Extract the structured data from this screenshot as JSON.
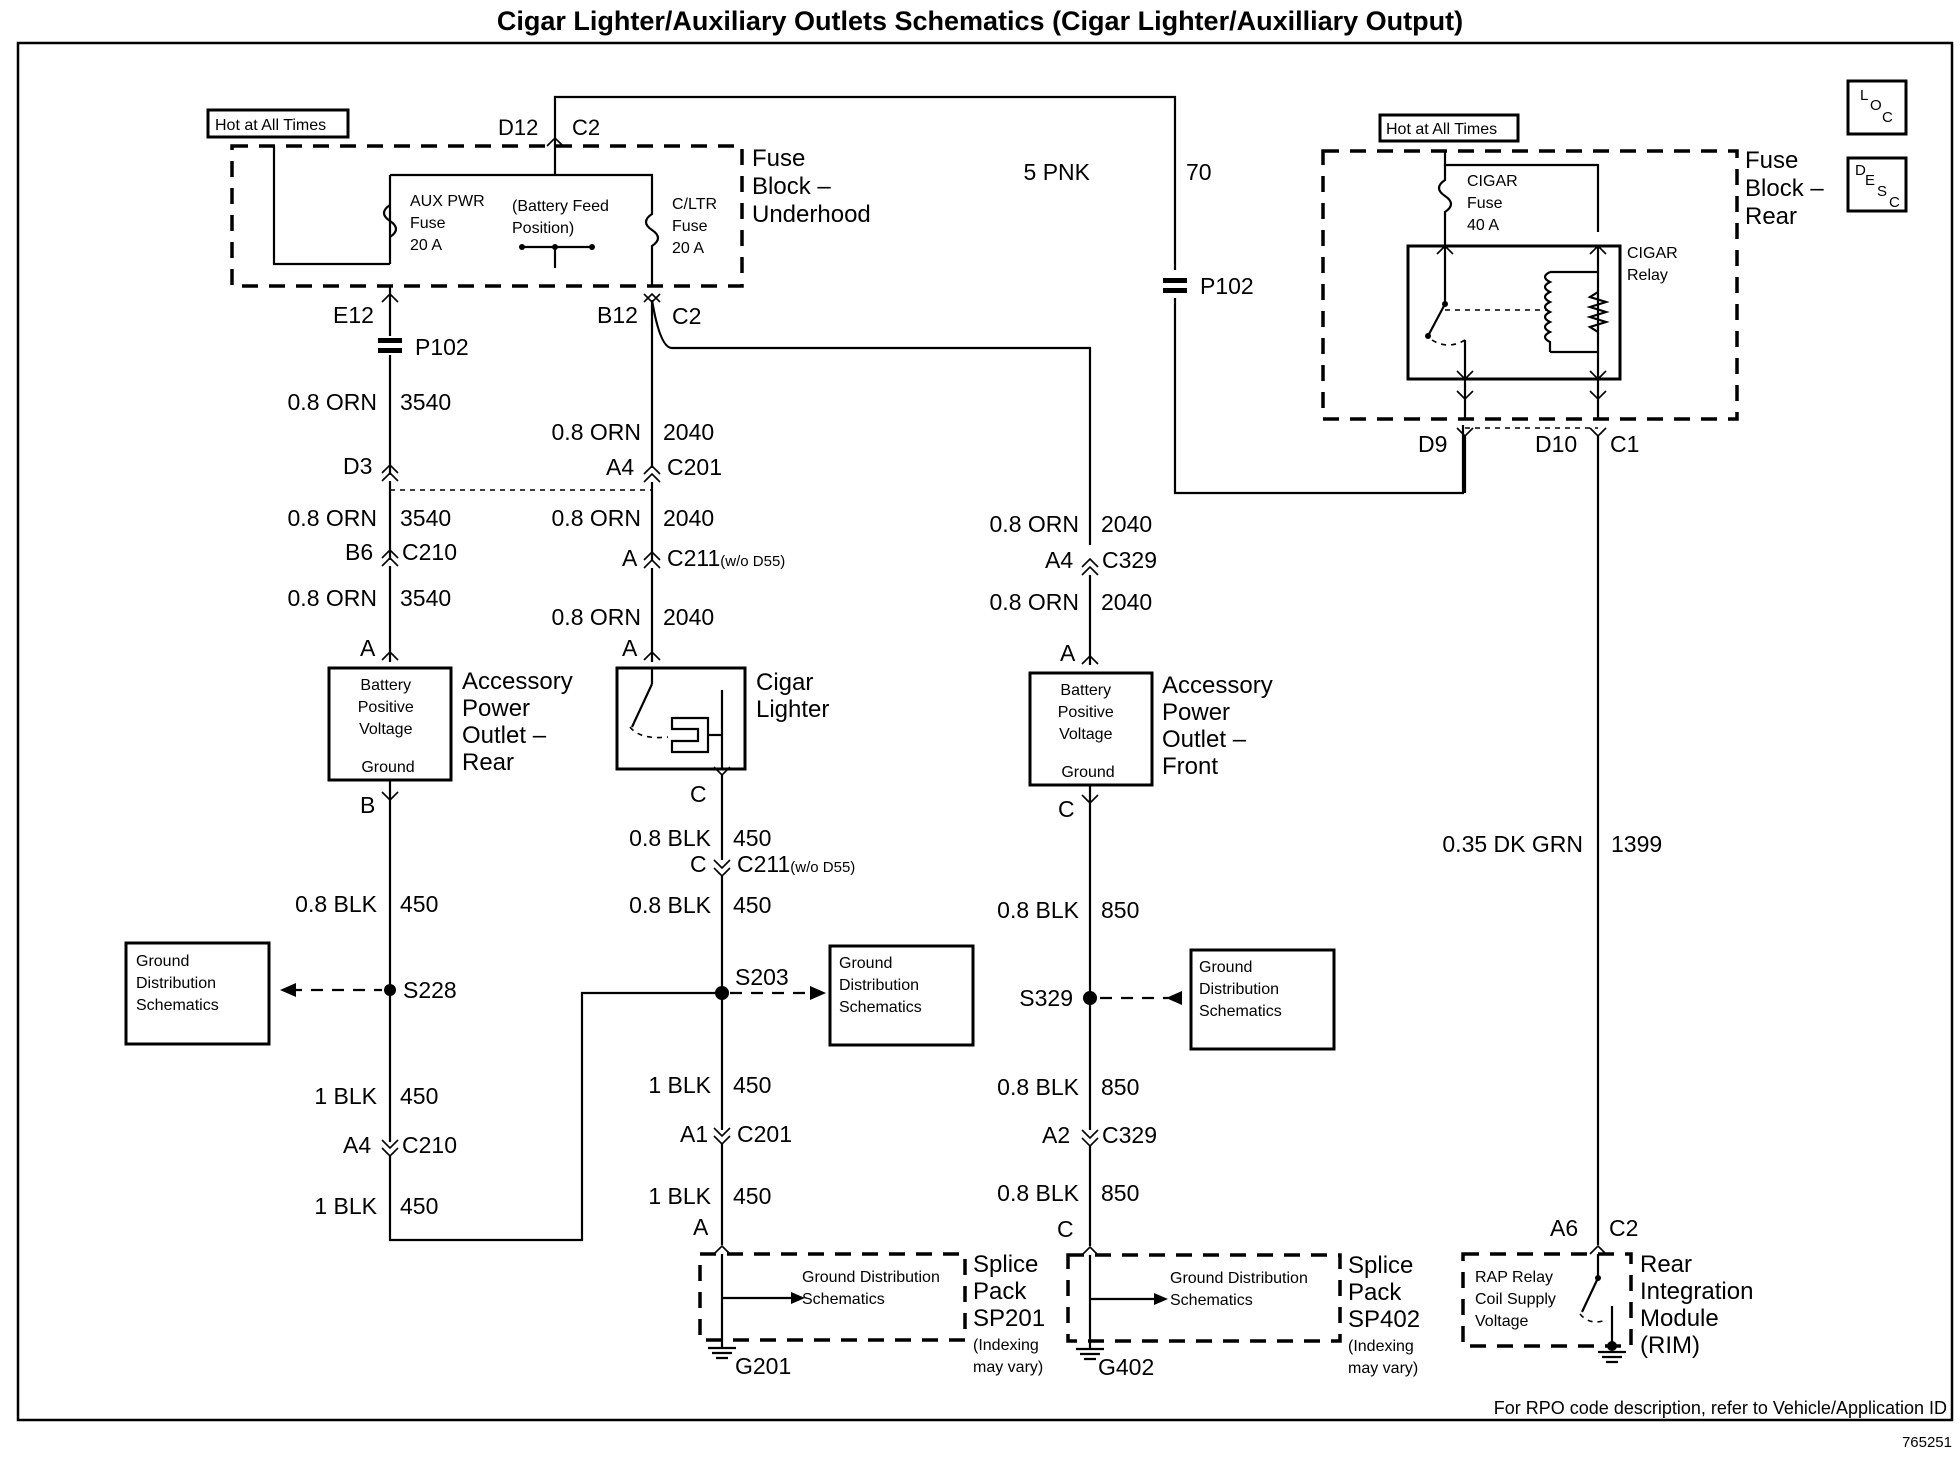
{
  "title": "Cigar Lighter/Auxiliary Outlets Schematics (Cigar Lighter/Auxilliary Output)",
  "nav": {
    "loc": "LOC",
    "desc": "DESC"
  },
  "footer": {
    "note": "For RPO code description, refer to Vehicle/Application ID",
    "doc_id": "765251"
  },
  "underhood": {
    "hot_label": "Hot at All Times",
    "name": [
      "Fuse",
      "Block –",
      "Underhood"
    ],
    "aux_fuse": [
      "AUX PWR",
      "Fuse",
      "20 A"
    ],
    "battery_feed": [
      "(Battery Feed",
      "Position)"
    ],
    "cltr_fuse": [
      "C/LTR",
      "Fuse",
      "20 A"
    ],
    "top_pin": "D12",
    "top_conn": "C2",
    "pin_e12": "E12",
    "pin_b12": "B12",
    "conn_c2": "C2"
  },
  "rear_block": {
    "hot_label": "Hot at All Times",
    "name": [
      "Fuse",
      "Block –",
      "Rear"
    ],
    "fuse": [
      "CIGAR",
      "Fuse",
      "40 A"
    ],
    "relay": [
      "CIGAR",
      "Relay"
    ],
    "pin_d9": "D9",
    "pin_d10": "D10",
    "conn": "C1"
  },
  "wires": {
    "pnk": {
      "gauge": "5 PNK",
      "circuit": "70"
    },
    "p102": "P102",
    "dk_grn": {
      "gauge": "0.35 DK GRN",
      "circuit": "1399"
    }
  },
  "rear_outlet": {
    "w1": {
      "gauge": "0.8 ORN",
      "circuit": "3540"
    },
    "pin_d3": "D3",
    "w2": {
      "gauge": "0.8 ORN",
      "circuit": "3540"
    },
    "pin_b6": "B6",
    "conn_c210": "C210",
    "w3": {
      "gauge": "0.8 ORN",
      "circuit": "3540"
    },
    "pin_a": "A",
    "box": [
      "Battery",
      "Positive",
      "Voltage",
      "Ground"
    ],
    "name": [
      "Accessory",
      "Power",
      "Outlet –",
      "Rear"
    ],
    "pin_b": "B",
    "w4": {
      "gauge": "0.8 BLK",
      "circuit": "450"
    },
    "splice": "S228",
    "ground_ref": [
      "Ground",
      "Distribution",
      "Schematics"
    ],
    "w5": {
      "gauge": "1 BLK",
      "circuit": "450"
    },
    "pin_a4": "A4",
    "conn_c210b": "C210",
    "w6": {
      "gauge": "1 BLK",
      "circuit": "450"
    }
  },
  "lighter": {
    "w1": {
      "gauge": "0.8 ORN",
      "circuit": "2040"
    },
    "pin_a4": "A4",
    "conn_c201": "C201",
    "w2": {
      "gauge": "0.8 ORN",
      "circuit": "2040"
    },
    "pin_a": "A",
    "conn_c211": "C211",
    "c211_note": "(w/o D55)",
    "w3": {
      "gauge": "0.8 ORN",
      "circuit": "2040"
    },
    "pin_a2": "A",
    "name": [
      "Cigar",
      "Lighter"
    ],
    "pin_c": "C",
    "w4": {
      "gauge": "0.8 BLK",
      "circuit": "450"
    },
    "pin_c2": "C",
    "conn_c211b": "C211",
    "c211b_note": "(w/o D55)",
    "w5": {
      "gauge": "0.8 BLK",
      "circuit": "450"
    },
    "splice": "S203",
    "ground_ref": [
      "Ground",
      "Distribution",
      "Schematics"
    ],
    "w6": {
      "gauge": "1 BLK",
      "circuit": "450"
    },
    "pin_a1": "A1",
    "conn_c201b": "C201",
    "w7": {
      "gauge": "1 BLK",
      "circuit": "450"
    },
    "pin_a3": "A",
    "splice_pack_ref": [
      "Ground Distribution",
      "Schematics"
    ],
    "splice_pack": [
      "Splice",
      "Pack",
      "SP201",
      "(Indexing",
      "may vary)"
    ],
    "ground": "G201"
  },
  "front_outlet": {
    "w1": {
      "gauge": "0.8 ORN",
      "circuit": "2040"
    },
    "pin_a4": "A4",
    "conn_c329": "C329",
    "w2": {
      "gauge": "0.8 ORN",
      "circuit": "2040"
    },
    "pin_a": "A",
    "box": [
      "Battery",
      "Positive",
      "Voltage",
      "Ground"
    ],
    "name": [
      "Accessory",
      "Power",
      "Outlet –",
      "Front"
    ],
    "pin_c": "C",
    "w3": {
      "gauge": "0.8 BLK",
      "circuit": "850"
    },
    "splice": "S329",
    "ground_ref": [
      "Ground",
      "Distribution",
      "Schematics"
    ],
    "w4": {
      "gauge": "0.8 BLK",
      "circuit": "850"
    },
    "pin_a2": "A2",
    "conn_c329b": "C329",
    "w5": {
      "gauge": "0.8 BLK",
      "circuit": "850"
    },
    "pin_c2": "C",
    "splice_pack_ref": [
      "Ground Distribution",
      "Schematics"
    ],
    "splice_pack": [
      "Splice",
      "Pack",
      "SP402",
      "(Indexing",
      "may vary)"
    ],
    "ground": "G402"
  },
  "rim": {
    "pin_a6": "A6",
    "conn_c2": "C2",
    "box": [
      "RAP Relay",
      "Coil Supply",
      "Voltage"
    ],
    "name": [
      "Rear",
      "Integration",
      "Module",
      "(RIM)"
    ]
  }
}
